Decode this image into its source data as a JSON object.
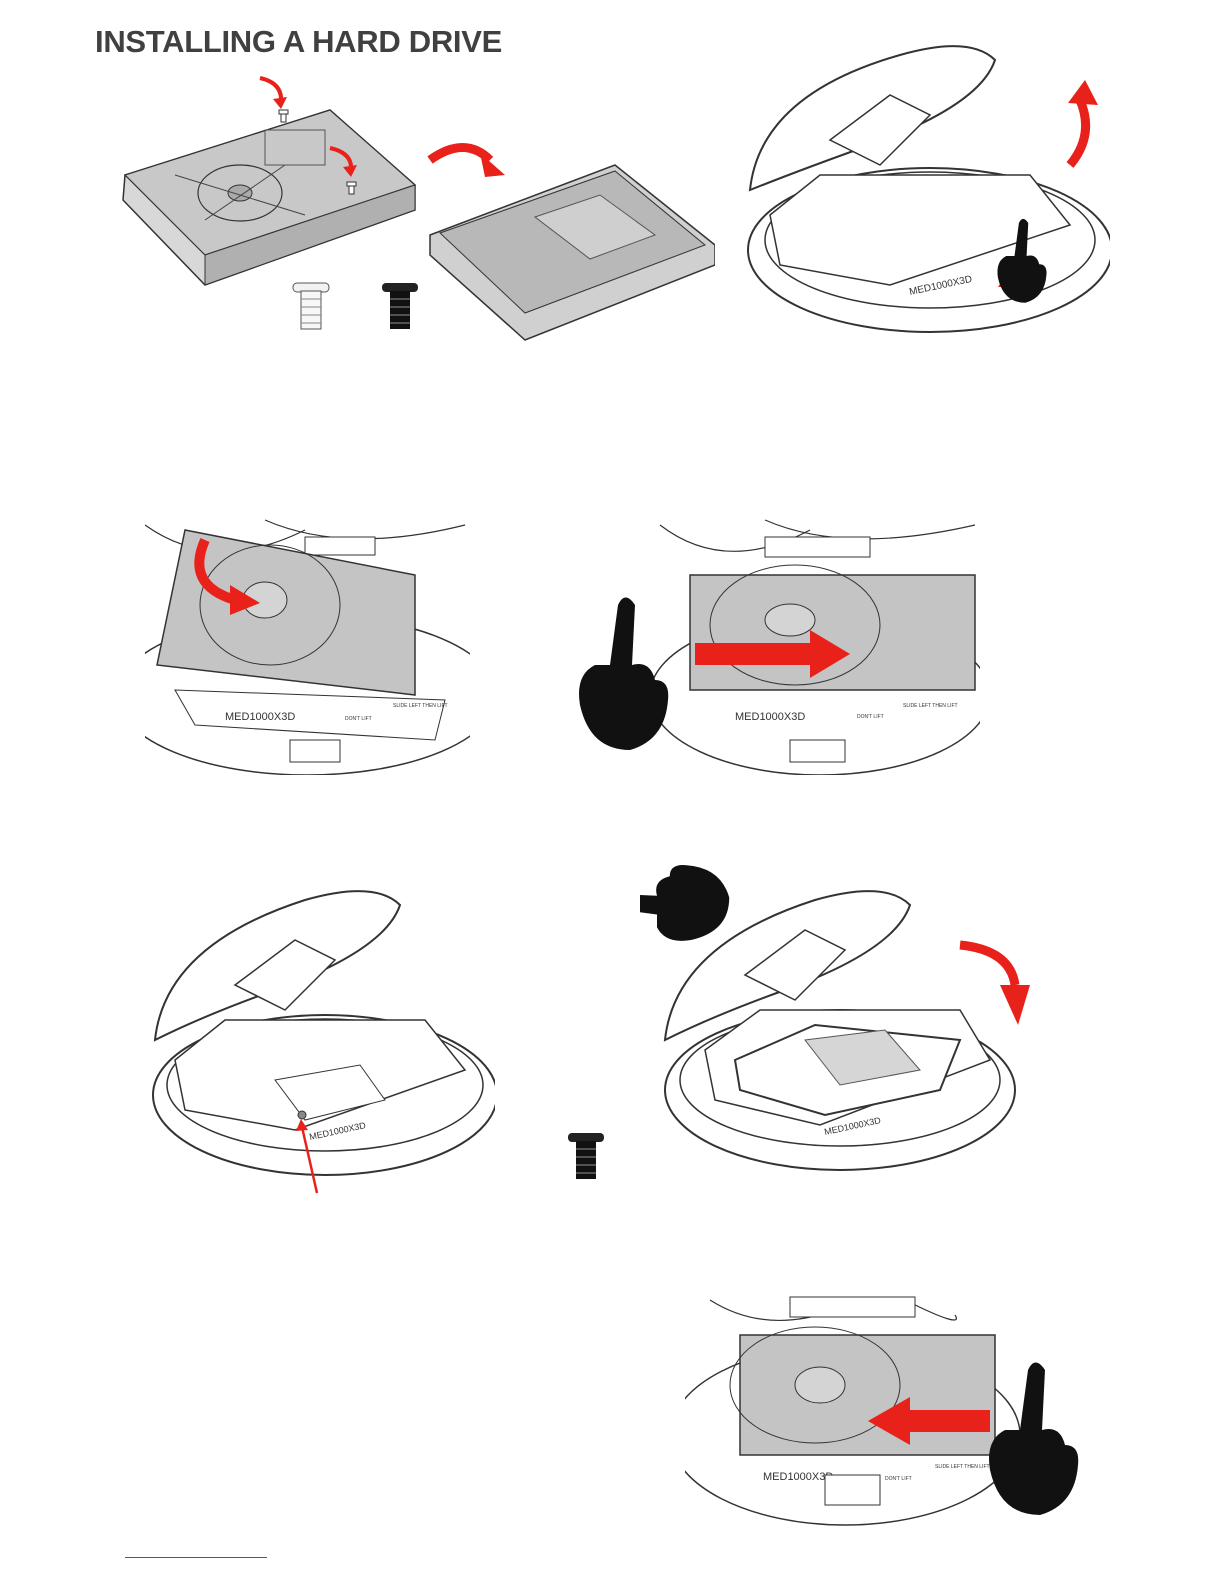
{
  "page": {
    "title": "INSTALLING A HARD DRIVE"
  },
  "device_label": "MED1000X3D",
  "label_dont_lift": "DON'T LIFT",
  "label_slide_left": "SLIDE LEFT THEN LIFT",
  "colors": {
    "accent_arrow": "#e8221b",
    "drive_fill": "#c4c4c4",
    "line": "#333333",
    "title": "#404041"
  },
  "icons": [
    "curved-arrow-icon",
    "screw-icon",
    "hand-pointer-icon",
    "straight-arrow-icon"
  ]
}
